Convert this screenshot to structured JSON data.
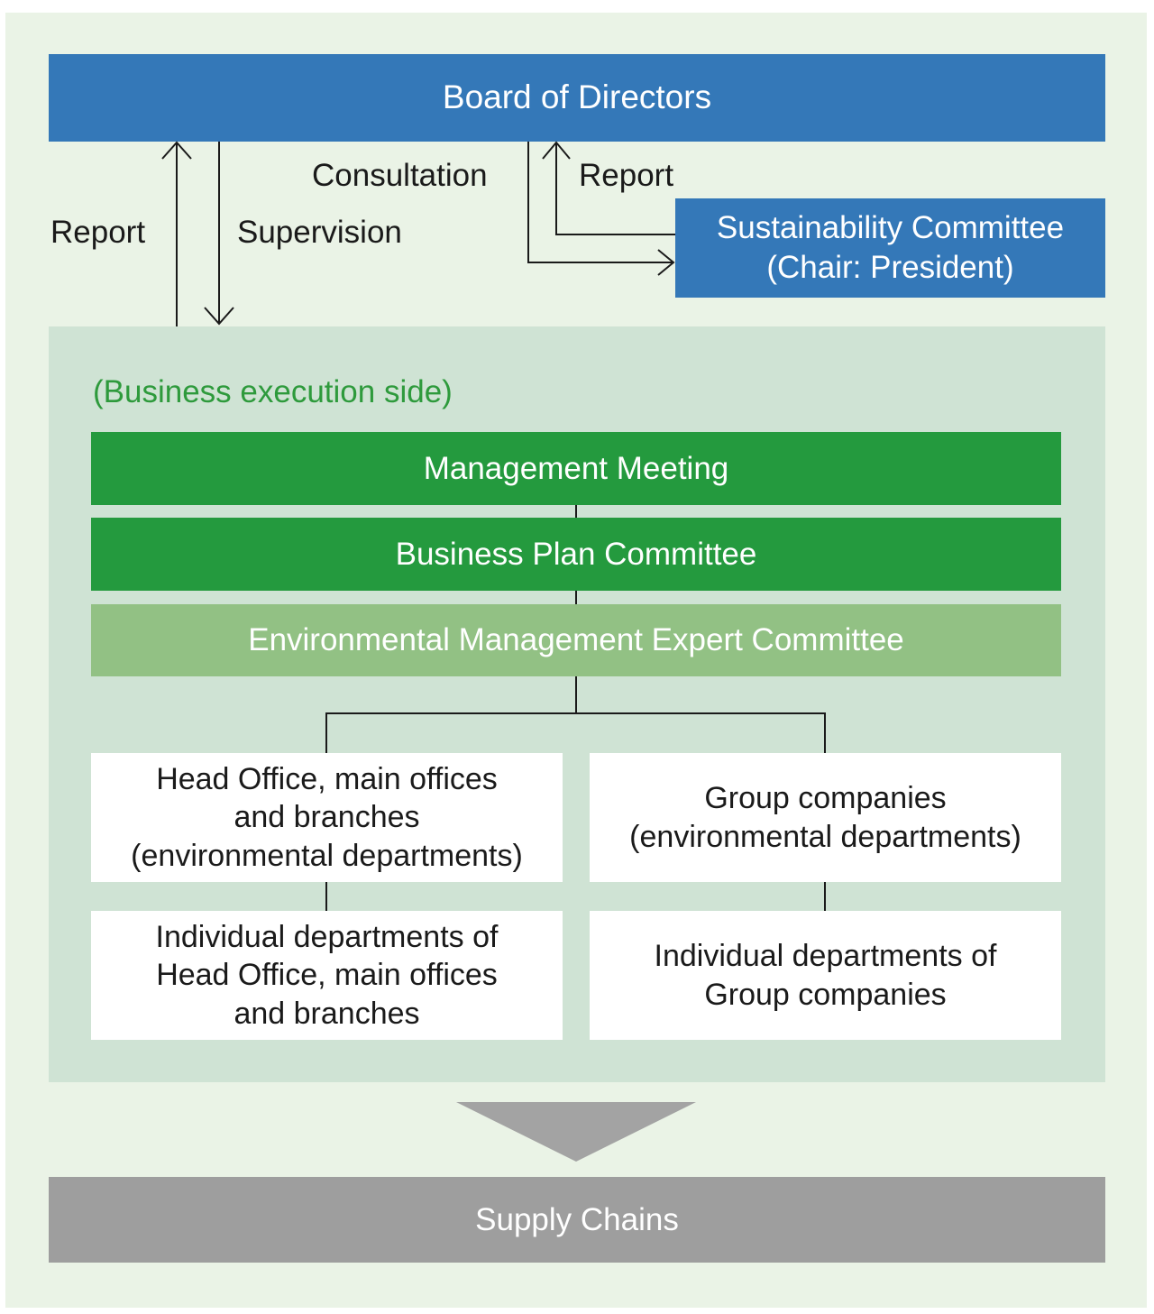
{
  "board": {
    "label": "Board of Directors"
  },
  "sustainability": {
    "label": "Sustainability Committee\n(Chair: President)"
  },
  "arrows": {
    "report_left": "Report",
    "supervision": "Supervision",
    "consultation": "Consultation",
    "report_right": "Report"
  },
  "execution": {
    "side_label": "(Business execution side)",
    "management_meeting": "Management Meeting",
    "business_plan": "Business Plan Committee",
    "env_mgmt": "Environmental Management Expert Committee",
    "head_office_env": "Head Office, main offices\nand branches\n(environmental departments)",
    "group_env": "Group companies\n(environmental departments)",
    "head_office_depts": "Individual departments of\nHead Office, main offices\nand branches",
    "group_depts": "Individual departments of\nGroup companies"
  },
  "supply_chains": {
    "label": "Supply Chains"
  },
  "colors": {
    "blue": "#3478b8",
    "dark_green": "#249a3e",
    "light_green": "#92c184",
    "grey": "#9e9e9e",
    "side_label": "#2e9a3c"
  }
}
